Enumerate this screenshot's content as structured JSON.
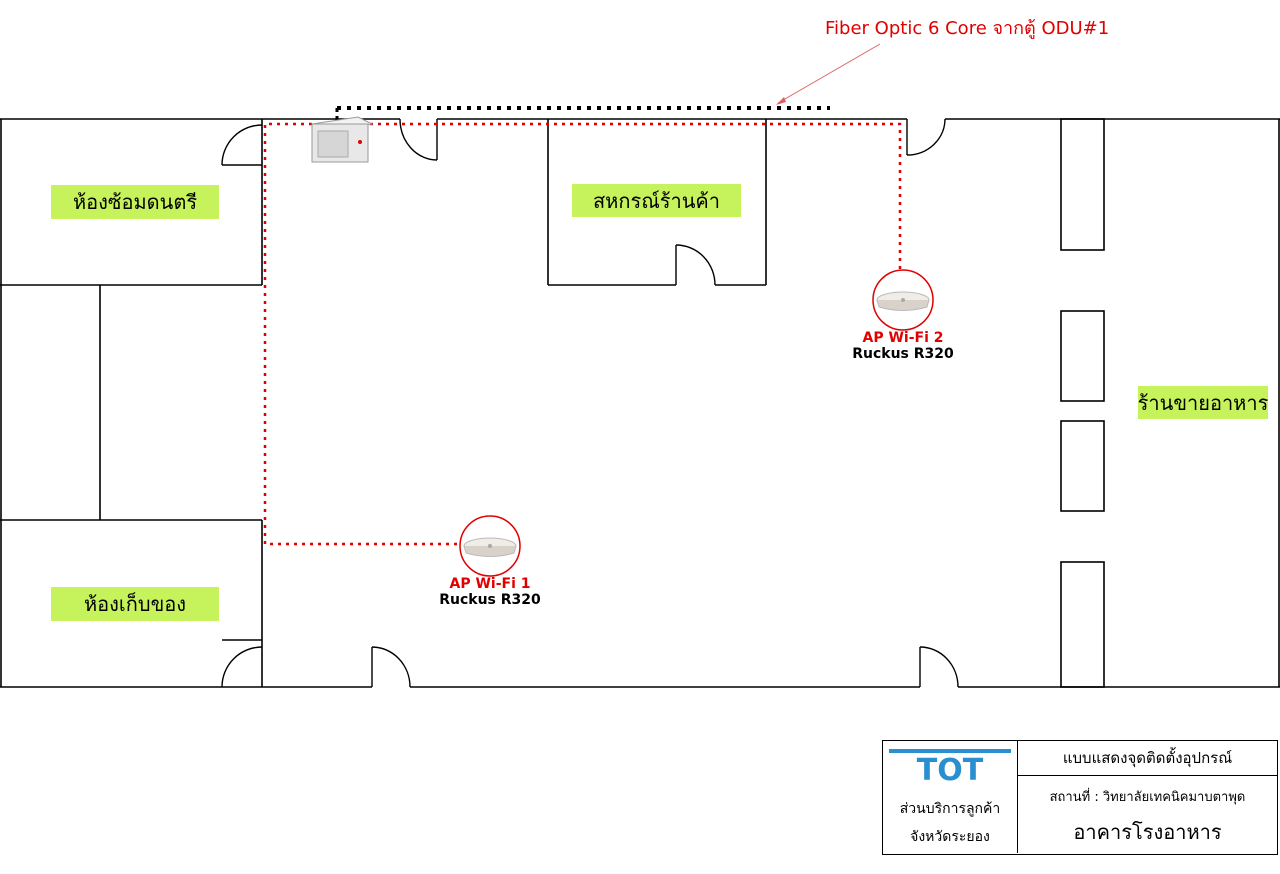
{
  "fiber_label": "Fiber Optic 6 Core จากตู้ ODU#1",
  "rooms": {
    "music": "ห้องซ้อมดนตรี",
    "coop": "สหกรณ์ร้านค้า",
    "storage": "ห้องเก็บของ",
    "food": "ร้านขายอาหาร"
  },
  "access_points": [
    {
      "name": "AP Wi-Fi 1",
      "model": "Ruckus R320"
    },
    {
      "name": "AP Wi-Fi 2",
      "model": "Ruckus R320"
    }
  ],
  "title_block": {
    "logo_text": "TOT",
    "dept_line1": "ส่วนบริการลูกค้า",
    "dept_line2": "จังหวัดระยอง",
    "heading": "แบบแสดงจุดติดตั้งอุปกรณ์",
    "location": "สถานที่ : วิทยาลัยเทคนิคมาบตาพุด",
    "building": "อาคารโรงอาหาร"
  },
  "colors": {
    "cable": "#e00000",
    "label_bg": "#c6f25c",
    "logo": "#2a8fd0",
    "walls": "#000000"
  },
  "icons": [
    "network-cabinet-icon",
    "access-point-icon"
  ]
}
